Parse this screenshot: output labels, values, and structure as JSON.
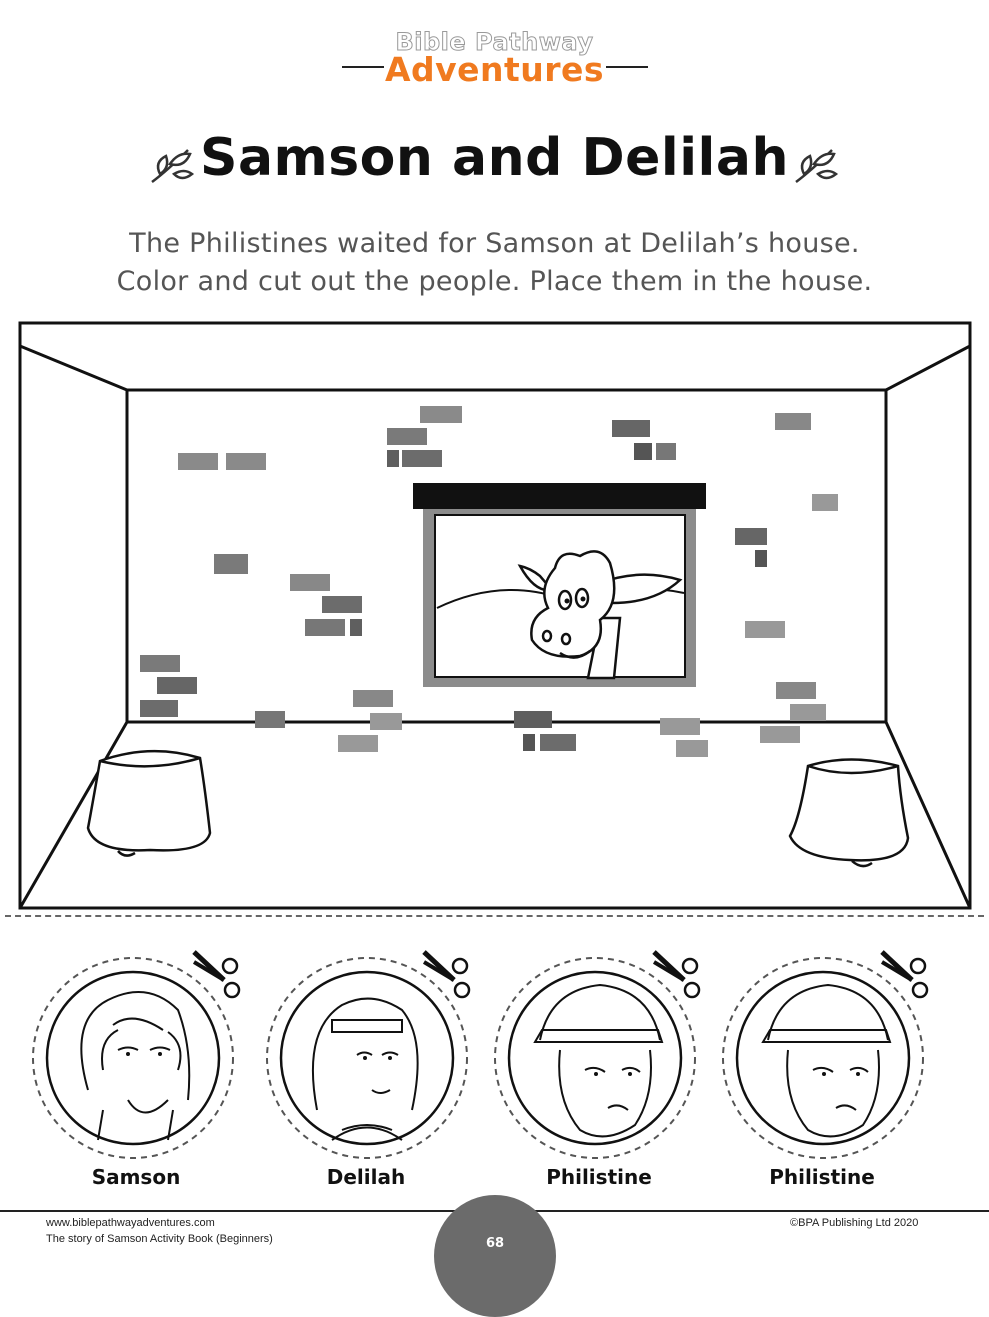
{
  "logo": {
    "top": "Bible Pathway",
    "bottom": "Adventures"
  },
  "title": "Samson and Delilah",
  "instructions": [
    "The Philistines waited for Samson at Delilah’s house.",
    "Color and cut out the people. Place them in the house."
  ],
  "cutouts": [
    {
      "name": "Samson"
    },
    {
      "name": "Delilah"
    },
    {
      "name": "Philistine"
    },
    {
      "name": "Philistine"
    }
  ],
  "footer": {
    "website": "www.biblepathwayadventures.com",
    "book": "The story of Samson Activity Book (Beginners)",
    "copyright": "©BPA Publishing Ltd 2020",
    "page": "68"
  },
  "colors": {
    "accent": "#f07a1f",
    "brick": "#7a7a7a",
    "page_badge": "#6b6b6b"
  }
}
